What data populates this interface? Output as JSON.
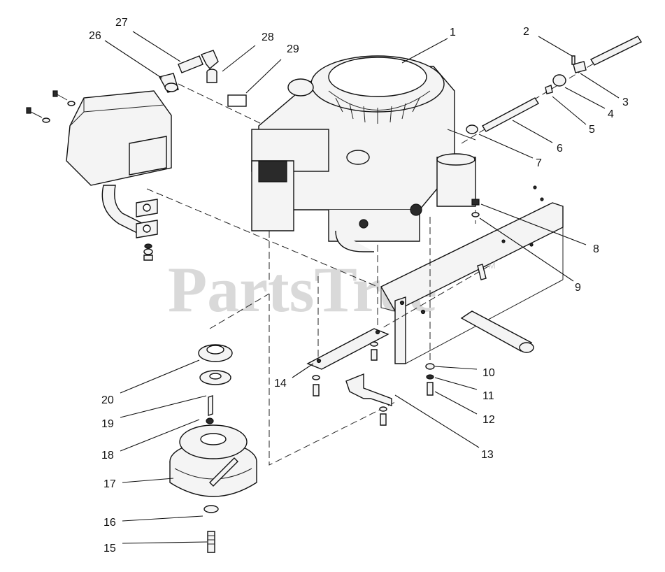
{
  "watermark": {
    "text": "PartsTree",
    "mark": "TM"
  },
  "callouts": [
    {
      "id": "callout-1",
      "text": "1"
    },
    {
      "id": "callout-2",
      "text": "2"
    },
    {
      "id": "callout-3",
      "text": "3"
    },
    {
      "id": "callout-4",
      "text": "4"
    },
    {
      "id": "callout-5",
      "text": "5"
    },
    {
      "id": "callout-6",
      "text": "6"
    },
    {
      "id": "callout-7",
      "text": "7"
    },
    {
      "id": "callout-8",
      "text": "8"
    },
    {
      "id": "callout-9",
      "text": "9"
    },
    {
      "id": "callout-10",
      "text": "10"
    },
    {
      "id": "callout-11",
      "text": "11"
    },
    {
      "id": "callout-12",
      "text": "12"
    },
    {
      "id": "callout-13",
      "text": "13"
    },
    {
      "id": "callout-14",
      "text": "14"
    },
    {
      "id": "callout-15",
      "text": "15"
    },
    {
      "id": "callout-16",
      "text": "16"
    },
    {
      "id": "callout-17",
      "text": "17"
    },
    {
      "id": "callout-18",
      "text": "18"
    },
    {
      "id": "callout-19",
      "text": "19"
    },
    {
      "id": "callout-20",
      "text": "20"
    },
    {
      "id": "callout-26",
      "text": "26"
    },
    {
      "id": "callout-27",
      "text": "27"
    },
    {
      "id": "callout-28",
      "text": "28"
    },
    {
      "id": "callout-29",
      "text": "29"
    }
  ]
}
